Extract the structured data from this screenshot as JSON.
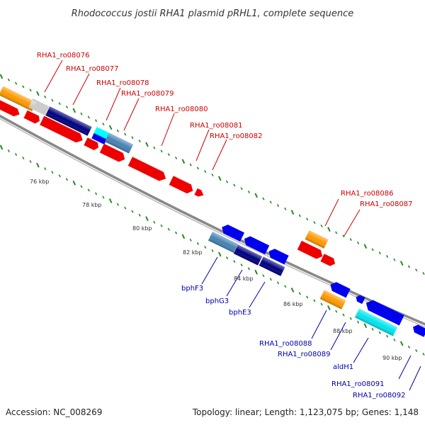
{
  "title": "Rhodococcus jostii RHA1 plasmid pRHL1, complete sequence",
  "footer": {
    "accession": "Accession: NC_008269",
    "topology": "Topology: linear; Length: 1,123,075 bp; Genes: 1,148"
  },
  "colors": {
    "label_top": "#cc0000",
    "label_bottom": "#0000aa",
    "backbone": "#888888",
    "tick": "#228b22"
  },
  "ruler_labels": [
    "76 kbp",
    "78 kbp",
    "80 kbp",
    "82 kbp",
    "84 kbp",
    "86 kbp",
    "88 kbp",
    "90 kbp"
  ],
  "gene_labels_top": [
    "RHA1_ro08076",
    "RHA1_ro08077",
    "RHA1_ro08078",
    "RHA1_ro08079",
    "RHA1_ro08080",
    "RHA1_ro08081",
    "RHA1_ro08082",
    "RHA1_ro08086",
    "RHA1_ro08087"
  ],
  "gene_labels_bottom": [
    "bphF3",
    "bphG3",
    "bphE3",
    "RHA1_ro08088",
    "RHA1_ro08089",
    "aldH1",
    "RHA1_ro08091",
    "RHA1_ro08092"
  ],
  "features": [
    {
      "kind": "orange",
      "color": "#ff9900"
    },
    {
      "kind": "red",
      "color": "#ee0000"
    },
    {
      "kind": "gray",
      "color": "#cccccc"
    },
    {
      "kind": "navy",
      "color": "#000080"
    },
    {
      "kind": "blue",
      "color": "#0000ee"
    },
    {
      "kind": "steelblue",
      "color": "#4682b4"
    },
    {
      "kind": "cyan",
      "color": "#00ffff"
    }
  ]
}
